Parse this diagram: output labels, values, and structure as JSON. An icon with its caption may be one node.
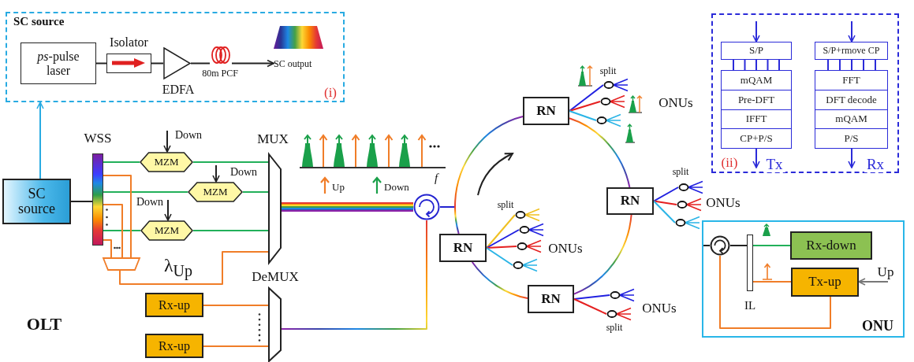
{
  "diagram": {
    "nodes": [
      {
        "text": [
          "SC source"
        ]
      },
      {
        "text": [
          "*ps*-pulse laser"
        ],
        "in": 0
      },
      {
        "text": [
          "Isolator"
        ],
        "in": 0
      },
      {
        "text": [
          "EDFA"
        ],
        "in": 0
      },
      {
        "text": [
          "80m PCF"
        ],
        "in": 0
      },
      {
        "text": [
          "SC output"
        ],
        "in": 0
      },
      {
        "text": [
          "SC source"
        ]
      },
      {
        "text": [
          "WSS"
        ]
      },
      {
        "text": [
          "MZM"
        ]
      },
      {
        "text": [
          "MZM"
        ]
      },
      {
        "text": [
          "MZM"
        ]
      },
      {
        "text": [
          "MUX"
        ]
      },
      {
        "text": [],
        "shape": "trapezoid"
      },
      {
        "text": [
          "DeMUX"
        ]
      },
      {
        "text": [
          "Rx-up"
        ]
      },
      {
        "text": [
          "Rx-up"
        ]
      },
      {
        "text": [],
        "shape": "circle"
      },
      {
        "text": [
          "RN"
        ]
      },
      {
        "text": [
          "RN"
        ]
      },
      {
        "text": [
          "RN"
        ]
      },
      {
        "text": [
          "RN"
        ]
      },
      {
        "text": [],
        "shape": "ellipse"
      },
      {
        "text": [],
        "shape": "ellipse"
      },
      {
        "text": [],
        "shape": "ellipse"
      },
      {
        "text": [],
        "shape": "ellipse"
      },
      {
        "text": [],
        "shape": "ellipse"
      },
      {
        "text": [],
        "shape": "ellipse"
      },
      {
        "text": [],
        "shape": "ellipse"
      },
      {
        "text": [],
        "shape": "ellipse"
      },
      {
        "text": [],
        "shape": "ellipse"
      },
      {
        "text": [],
        "shape": "ellipse"
      },
      {
        "text": [],
        "shape": "ellipse"
      },
      {
        "text": [],
        "shape": "ellipse"
      },
      {
        "text": [],
        "shape": "box"
      },
      {
        "text": [
          "S/P"
        ],
        "in": 33
      },
      {
        "text": [
          "S/P+rmove CP"
        ],
        "in": 33
      },
      {
        "text": [
          "mQAM",
          "Pre-DFT",
          "IFFT",
          "CP+P/S"
        ],
        "in": 33
      },
      {
        "text": [
          "FFT",
          "DFT decode",
          "mQAM",
          "P/S"
        ],
        "in": 33
      },
      {
        "text": [
          "ONU"
        ]
      },
      {
        "text": [],
        "shape": "circle",
        "in": 38
      },
      {
        "text": [
          "IL"
        ],
        "in": 38
      },
      {
        "text": [
          "Rx-down"
        ],
        "in": 38
      },
      {
        "text": [
          "Tx-up"
        ],
        "in": 38
      }
    ],
    "edges": [
      {
        "from": 1,
        "to": 2,
        "arrow": "none",
        "color": "#222222"
      },
      {
        "from": 2,
        "to": 3,
        "arrow": "none",
        "color": "#222222"
      },
      {
        "from": 3,
        "to": 4,
        "arrow": "none",
        "color": "#222222"
      },
      {
        "from": 4,
        "to": 5,
        "arrow": "to",
        "color": "#222222"
      },
      {
        "from": 6,
        "to": 0,
        "arrow": "to",
        "color": "#29abe2"
      },
      {
        "from": 6,
        "to": 7,
        "arrow": "none",
        "color": "#222222"
      },
      {
        "from": 7,
        "to": 8,
        "arrow": "none",
        "color": "#22b05a"
      },
      {
        "from": 8,
        "to": 11,
        "arrow": "none",
        "color": "#22b05a"
      },
      {
        "from": 7,
        "to": 9,
        "arrow": "none",
        "color": "#22b05a"
      },
      {
        "from": 9,
        "to": 11,
        "arrow": "none",
        "color": "#22b05a"
      },
      {
        "from": 7,
        "to": 10,
        "arrow": "none",
        "color": "#22b05a"
      },
      {
        "from": 10,
        "to": 11,
        "arrow": "none",
        "color": "#22b05a"
      },
      {
        "from": null,
        "to": 8,
        "arrow": "to",
        "label": "Down",
        "color": "#222222"
      },
      {
        "from": null,
        "to": 9,
        "arrow": "to",
        "label": "Down",
        "color": "#222222"
      },
      {
        "from": null,
        "to": 10,
        "arrow": "to",
        "label": "Down",
        "color": "#222222"
      },
      {
        "from": 7,
        "to": 12,
        "arrow": "none",
        "color": "#f07d28"
      },
      {
        "from": 7,
        "to": 12,
        "arrow": "none",
        "color": "#f07d28"
      },
      {
        "from": 7,
        "to": 12,
        "arrow": "none",
        "color": "#f07d28"
      },
      {
        "from": 12,
        "to": 11,
        "arrow": "none",
        "label": "λ$_{Up}$",
        "color": "#f07d28"
      },
      {
        "from": 14,
        "to": 13,
        "arrow": "none",
        "color": "#f07d28"
      },
      {
        "from": 15,
        "to": 13,
        "arrow": "none",
        "color": "#f07d28"
      },
      {
        "from": 11,
        "to": 16,
        "arrow": "none",
        "style": "thick"
      },
      {
        "from": 16,
        "to": 13,
        "arrow": "none"
      },
      {
        "from": 16,
        "to": 17,
        "arrow": "none"
      },
      {
        "from": 16,
        "to": 19,
        "arrow": "none"
      },
      {
        "from": 17,
        "to": 18,
        "arrow": "none"
      },
      {
        "from": 18,
        "to": 20,
        "arrow": "none"
      },
      {
        "from": 20,
        "to": 19,
        "arrow": "none"
      },
      {
        "from": 17,
        "to": 21,
        "arrow": "none",
        "color": "#2020e0"
      },
      {
        "from": 17,
        "to": 22,
        "arrow": "none",
        "color": "#e52020"
      },
      {
        "from": 17,
        "to": 23,
        "arrow": "none",
        "color": "#2ab4e6"
      },
      {
        "from": 18,
        "to": 24,
        "arrow": "none",
        "color": "#2020e0"
      },
      {
        "from": 18,
        "to": 25,
        "arrow": "none",
        "color": "#e52020"
      },
      {
        "from": 18,
        "to": 26,
        "arrow": "none",
        "color": "#2ab4e6"
      },
      {
        "from": 19,
        "to": 27,
        "arrow": "none",
        "color": "#f0c020"
      },
      {
        "from": 19,
        "to": 28,
        "arrow": "none",
        "color": "#2020e0"
      },
      {
        "from": 19,
        "to": 29,
        "arrow": "none",
        "color": "#e52020"
      },
      {
        "from": 19,
        "to": 30,
        "arrow": "none",
        "color": "#2ab4e6"
      },
      {
        "from": 20,
        "to": 31,
        "arrow": "none",
        "color": "#2020e0"
      },
      {
        "from": 20,
        "to": 32,
        "arrow": "none",
        "color": "#e52020"
      },
      {
        "from": null,
        "to": 34,
        "arrow": "to",
        "color": "#2b2bd9"
      },
      {
        "from": 34,
        "to": 36,
        "arrow": "none",
        "color": "#2b2bd9"
      },
      {
        "from": 34,
        "to": 36,
        "arrow": "none",
        "color": "#2b2bd9"
      },
      {
        "from": 34,
        "to": 36,
        "arrow": "none",
        "color": "#2b2bd9"
      },
      {
        "from": 34,
        "to": 36,
        "arrow": "none",
        "color": "#2b2bd9"
      },
      {
        "from": 34,
        "to": 36,
        "arrow": "none",
        "color": "#2b2bd9"
      },
      {
        "from": 36,
        "to": null,
        "arrow": "to",
        "label": "Tx",
        "color": "#2b2bd9"
      },
      {
        "from": null,
        "to": 35,
        "arrow": "to",
        "color": "#2b2bd9"
      },
      {
        "from": 35,
        "to": 37,
        "arrow": "none",
        "color": "#2b2bd9"
      },
      {
        "from": 35,
        "to": 37,
        "arrow": "none",
        "color": "#2b2bd9"
      },
      {
        "from": 35,
        "to": 37,
        "arrow": "none",
        "color": "#2b2bd9"
      },
      {
        "from": 35,
        "to": 37,
        "arrow": "none",
        "color": "#2b2bd9"
      },
      {
        "from": 35,
        "to": 37,
        "arrow": "none",
        "color": "#2b2bd9"
      },
      {
        "from": 37,
        "to": null,
        "arrow": "to",
        "label": "Rx",
        "color": "#2b2bd9"
      },
      {
        "from": null,
        "to": 39,
        "arrow": "none",
        "color": "#222222"
      },
      {
        "from": 39,
        "to": 40,
        "arrow": "none",
        "color": "#222222"
      },
      {
        "from": 40,
        "to": 41,
        "arrow": "none",
        "color": "#22b05a"
      },
      {
        "from": 40,
        "to": 42,
        "arrow": "none",
        "color": "#f07d28"
      },
      {
        "from": 42,
        "to": 39,
        "arrow": "none",
        "color": "#f07d28"
      },
      {
        "from": null,
        "to": 42,
        "arrow": "to",
        "label": "Up",
        "color": "#777777"
      }
    ],
    "labels": [
      "(i)",
      "split",
      "ONUs",
      "(ii)",
      "split",
      "f",
      "ONUs",
      "split",
      "ONUs",
      "ONUs",
      "OLT",
      "split"
    ],
    "legend": [
      {
        "text": "Up",
        "color": "#f07d28"
      },
      {
        "text": "Down",
        "color": "#1aa04a"
      }
    ]
  }
}
